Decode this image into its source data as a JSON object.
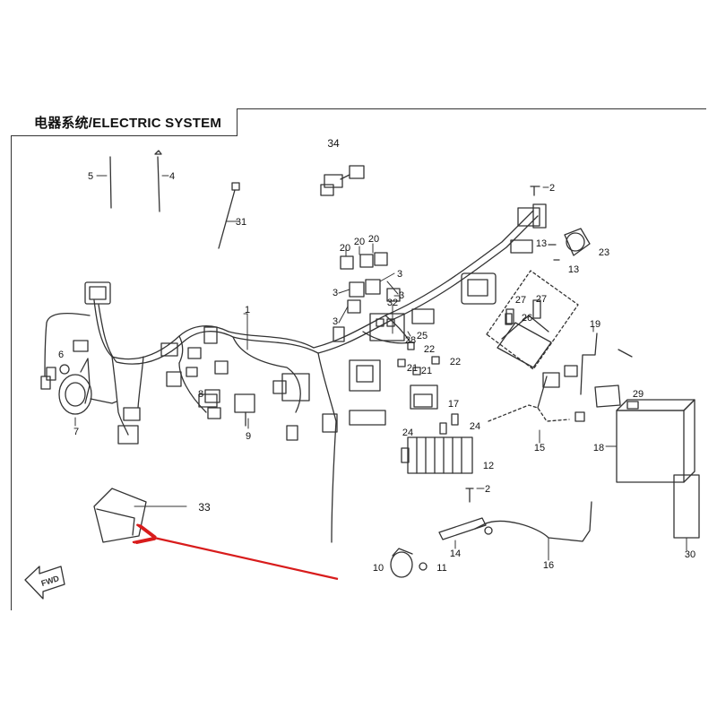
{
  "diagram": {
    "title": "电器系统/ELECTRIC SYSTEM",
    "fwd_label": "FWD",
    "arrow_color": "#d81c1c",
    "line_color": "#333333",
    "callouts": [
      "1",
      "2",
      "2",
      "3",
      "3",
      "3",
      "3",
      "4",
      "5",
      "6",
      "7",
      "8",
      "9",
      "10",
      "11",
      "12",
      "13",
      "13",
      "14",
      "15",
      "16",
      "17",
      "18",
      "19",
      "20",
      "20",
      "20",
      "21",
      "21",
      "22",
      "22",
      "23",
      "24",
      "24",
      "25",
      "26",
      "27",
      "27",
      "28",
      "29",
      "30",
      "31",
      "32",
      "33",
      "34"
    ]
  }
}
